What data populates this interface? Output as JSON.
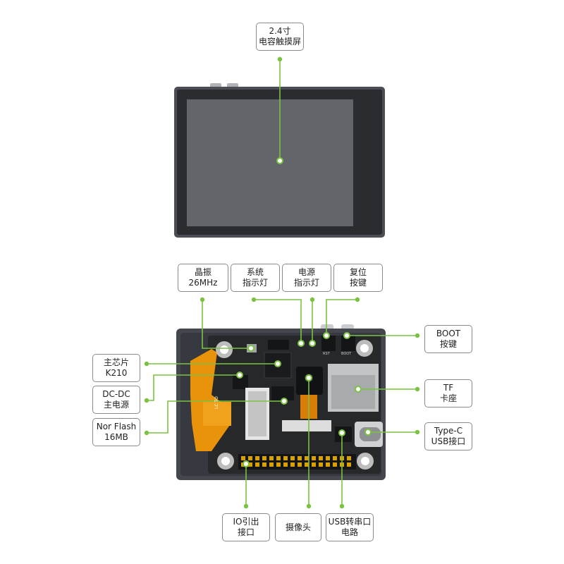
{
  "colors": {
    "leader": "#7cc242",
    "box_border": "#8a8a8a",
    "board_green": "#26282a",
    "fpc_orange": "#e8930a",
    "case_gray": "#4a4d54",
    "header_pins": "#d9a100"
  },
  "labels": {
    "screen": {
      "line1": "2.4寸",
      "line2": "电容触摸屏"
    },
    "crystal": {
      "line1": "晶振",
      "line2": "26MHz"
    },
    "sys_led": {
      "line1": "系统",
      "line2": "指示灯"
    },
    "power_led": {
      "line1": "电源",
      "line2": "指示灯"
    },
    "reset_key": {
      "line1": "复位",
      "line2": "按键"
    },
    "boot_key": {
      "line1": "BOOT",
      "line2": "按键"
    },
    "main_chip": {
      "line1": "主芯片",
      "line2": "K210"
    },
    "dcdc": {
      "line1": "DC-DC",
      "line2": "主电源"
    },
    "nor_flash": {
      "line1": "Nor Flash",
      "line2": "16MB"
    },
    "tf_slot": {
      "line1": "TF",
      "line2": "卡座"
    },
    "typec": {
      "line1": "Type-C",
      "line2": "USB接口"
    },
    "io_port": {
      "line1": "IO引出",
      "line2": "接口"
    },
    "camera": {
      "line1": "摄像头",
      "line2": ""
    },
    "usb_serial": {
      "line1": "USB转串口",
      "line2": "电路"
    }
  },
  "board_marks": {
    "rst": "RST",
    "boot": "BOOT",
    "fpc_text": "LC TO"
  }
}
